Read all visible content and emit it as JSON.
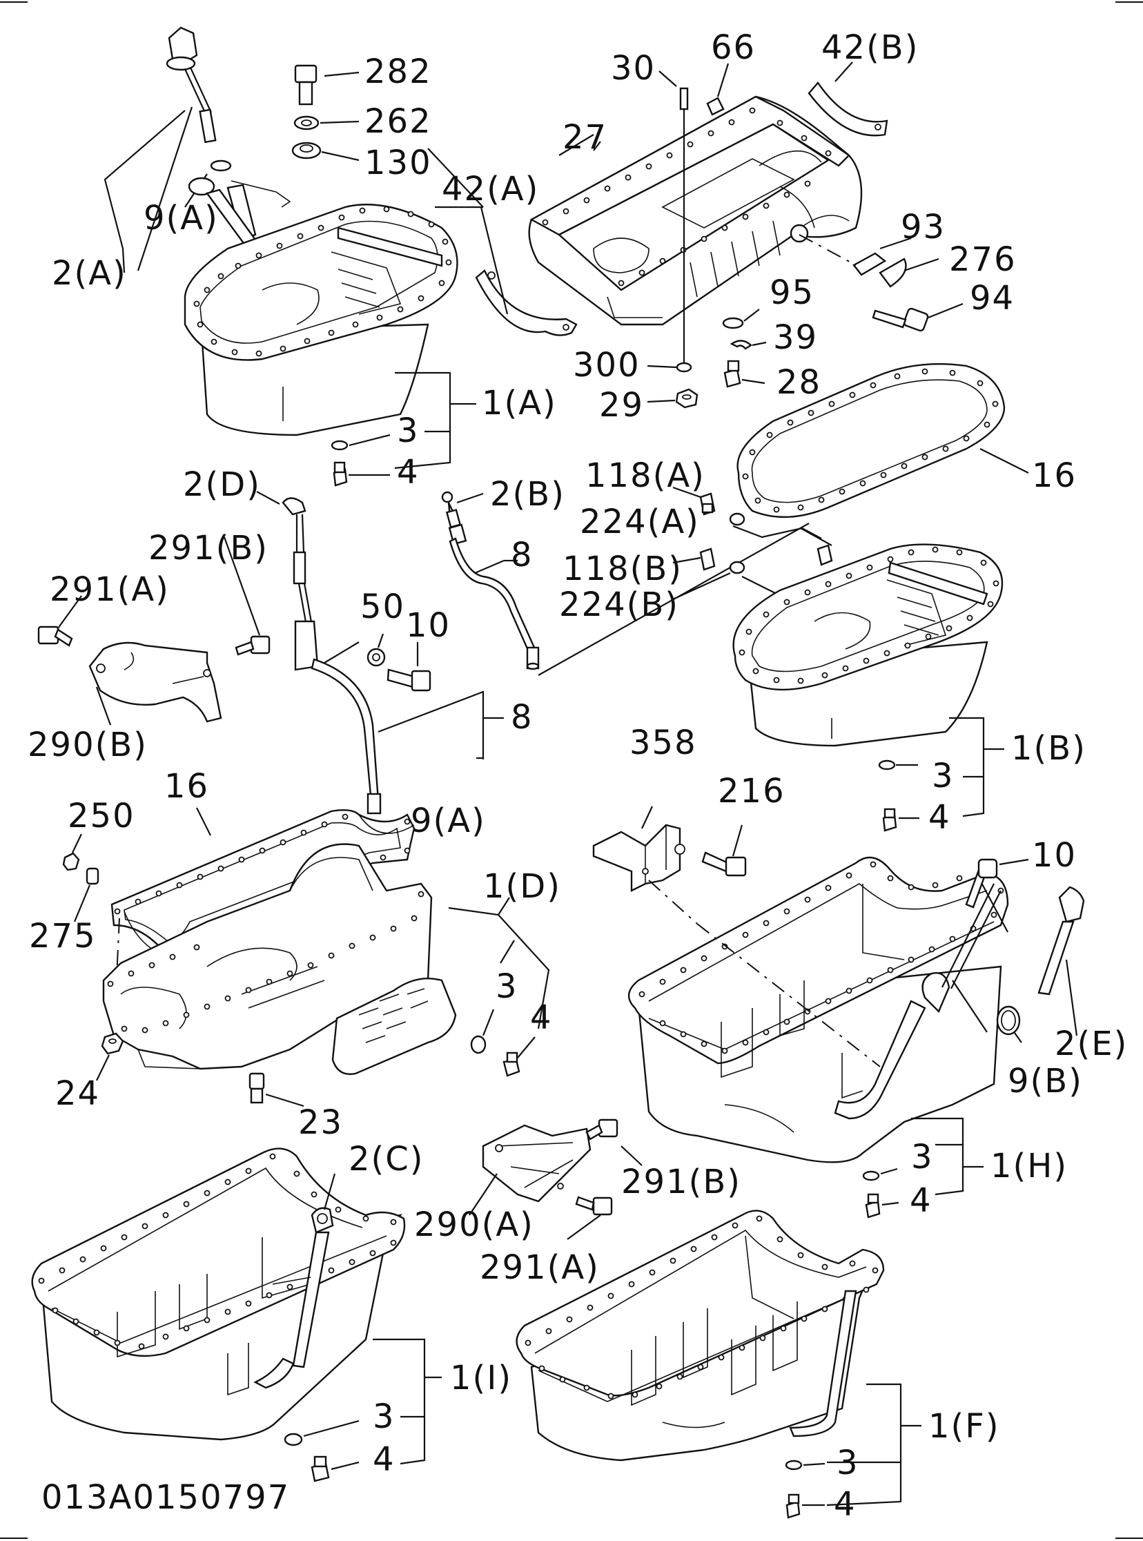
{
  "diagram_code": "013A0150797",
  "labels": {
    "l282": "282",
    "l262": "262",
    "l130": "130",
    "l2A": "2(A)",
    "l9A_top": "9(A)",
    "l1A": "1(A)",
    "l3_1A": "3",
    "l4_1A": "4",
    "l30": "30",
    "l66": "66",
    "l42B": "42(B)",
    "l27": "27",
    "l42A": "42(A)",
    "l93": "93",
    "l276": "276",
    "l94": "94",
    "l95": "95",
    "l39": "39",
    "l300": "300",
    "l28": "28",
    "l29": "29",
    "l16_top": "16",
    "l2D": "2(D)",
    "l2B": "2(B)",
    "l8_top": "8",
    "l118A": "118(A)",
    "l224A": "224(A)",
    "l118B": "118(B)",
    "l224B": "224(B)",
    "l291B_top": "291(B)",
    "l291A_top": "291(A)",
    "l290B": "290(B)",
    "l50": "50",
    "l10_mid": "10",
    "l8_mid": "8",
    "l9A_mid": "9(A)",
    "l1B": "1(B)",
    "l3_1B": "3",
    "l4_1B": "4",
    "l358": "358",
    "l216": "216",
    "l10_right": "10",
    "l16_mid": "16",
    "l250": "250",
    "l275": "275",
    "l1D": "1(D)",
    "l3_1D": "3",
    "l4_1D": "4",
    "l24": "24",
    "l23": "23",
    "l2E": "2(E)",
    "l9B": "9(B)",
    "l1H": "1(H)",
    "l3_1H": "3",
    "l4_1H": "4",
    "l2C": "2(C)",
    "l291B_bot": "291(B)",
    "l290A": "290(A)",
    "l291A_bot": "291(A)",
    "l1I": "1(I)",
    "l3_1I": "3",
    "l4_1I": "4",
    "l1F": "1(F)",
    "l3_1F": "3",
    "l4_1F": "4"
  }
}
